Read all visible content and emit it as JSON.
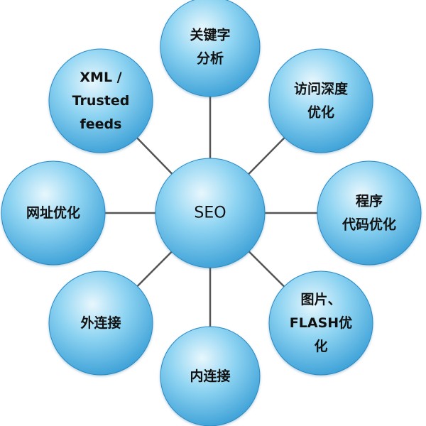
{
  "diagram": {
    "center": {
      "label": "SEO"
    },
    "nodes": [
      {
        "id": "keyword-analysis",
        "lines": [
          "关键字",
          "分析"
        ]
      },
      {
        "id": "access-depth",
        "lines": [
          "访问深度",
          "优化"
        ]
      },
      {
        "id": "code-optimization",
        "lines": [
          "程序",
          "代码优化"
        ]
      },
      {
        "id": "image-flash",
        "lines": [
          "图片、",
          "FLASH优",
          "化"
        ]
      },
      {
        "id": "internal-links",
        "lines": [
          "内连接"
        ]
      },
      {
        "id": "external-links",
        "lines": [
          "外连接"
        ]
      },
      {
        "id": "url-optimization",
        "lines": [
          "网址优化"
        ]
      },
      {
        "id": "xml-feeds",
        "lines": [
          "XML /",
          "Trusted",
          "feeds"
        ]
      }
    ],
    "colors": {
      "bubble_light": "#e8f7fd",
      "bubble_mid": "#8fd4f2",
      "bubble_dark": "#3a9fd6",
      "bubble_edge": "#2c8ac4",
      "connector": "#555555",
      "text": "#111111"
    }
  }
}
